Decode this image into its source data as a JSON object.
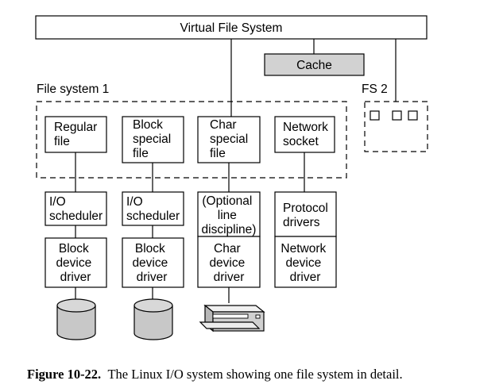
{
  "vfs": {
    "label": "Virtual File System"
  },
  "cache": {
    "label": "Cache"
  },
  "fs1": {
    "label": "File system 1"
  },
  "fs2": {
    "label": "FS 2"
  },
  "columns": [
    {
      "top": [
        "Regular",
        "file"
      ],
      "mid": [
        "I/O",
        "scheduler"
      ],
      "bottom": [
        "Block",
        "device",
        "driver"
      ]
    },
    {
      "top": [
        "Block",
        "special",
        "file"
      ],
      "mid": [
        "I/O",
        "scheduler"
      ],
      "bottom": [
        "Block",
        "device",
        "driver"
      ]
    },
    {
      "top": [
        "Char",
        "special",
        "file"
      ],
      "mid": [
        "(Optional",
        "line",
        "discipline)"
      ],
      "bottom": [
        "Char",
        "device",
        "driver"
      ]
    },
    {
      "top": [
        "Network",
        "socket"
      ],
      "mid": [
        "Protocol",
        "drivers"
      ],
      "bottom": [
        "Network",
        "device",
        "driver"
      ]
    }
  ],
  "caption": {
    "figure": "Figure 10-22.",
    "text": "The Linux I/O system showing one file system in detail."
  }
}
